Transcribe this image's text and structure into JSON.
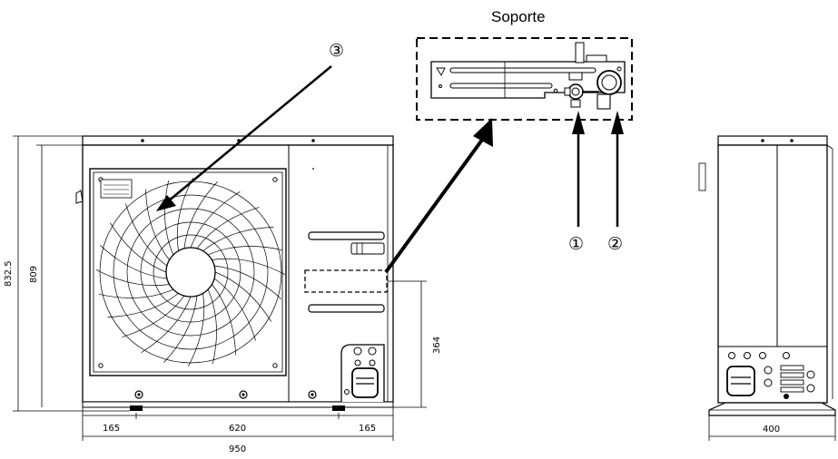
{
  "title": "Soporte",
  "callouts": {
    "c1": "①",
    "c2": "②",
    "c3": "③"
  },
  "dimensions": {
    "total_height": "832.5",
    "body_height": "809",
    "port_height": "364",
    "left_offset": "165",
    "foot_spacing": "620",
    "right_offset": "165",
    "total_width": "950",
    "side_depth": "400"
  }
}
